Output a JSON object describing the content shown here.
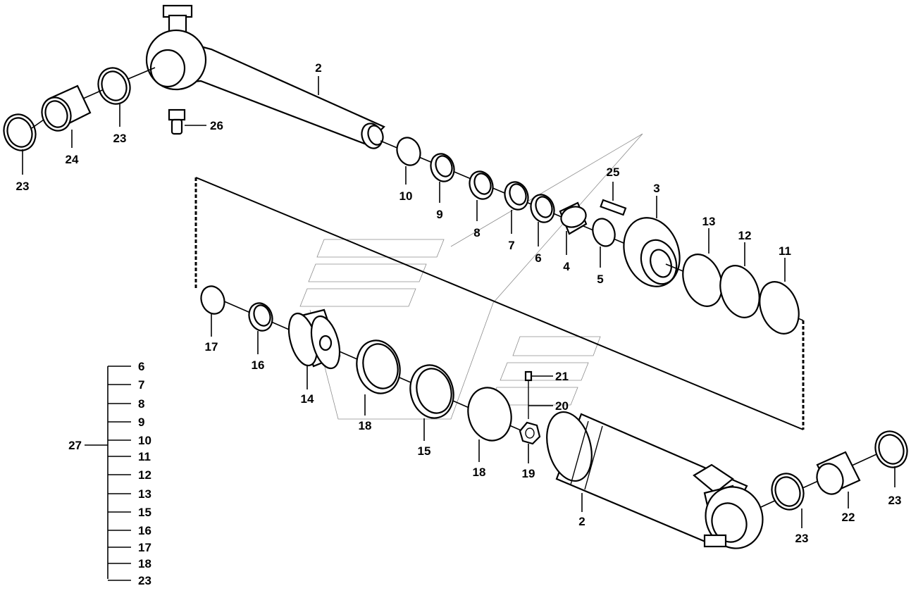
{
  "callouts": {
    "c2_top": "2",
    "c26": "26",
    "c23_a": "23",
    "c24": "24",
    "c23_b": "23",
    "c10": "10",
    "c9": "9",
    "c8": "8",
    "c7": "7",
    "c6": "6",
    "c4": "4",
    "c25": "25",
    "c3": "3",
    "c5": "5",
    "c13": "13",
    "c12": "12",
    "c11": "11",
    "c17": "17",
    "c16": "16",
    "c14": "14",
    "c18_a": "18",
    "c15": "15",
    "c18_b": "18",
    "c21": "21",
    "c20": "20",
    "c19": "19",
    "c2_bottom": "2",
    "c23_c": "23",
    "c22": "22",
    "c23_d": "23"
  },
  "kit": {
    "label": "27",
    "items": [
      "6",
      "7",
      "8",
      "9",
      "10",
      "11",
      "12",
      "13",
      "15",
      "16",
      "17",
      "18",
      "23"
    ]
  }
}
